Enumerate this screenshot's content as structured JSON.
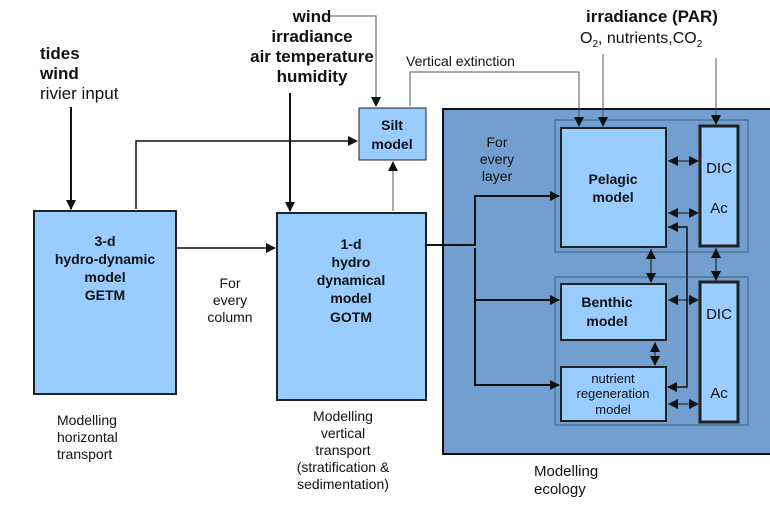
{
  "diagram": {
    "inputs": {
      "hydro": {
        "line1": "tides",
        "line2": "wind",
        "line3": "rivier input"
      },
      "gotm": {
        "line1": "wind",
        "line2": "irradiance",
        "line3": "air temperature",
        "line4": "humidity"
      },
      "ecology": {
        "line1": "irradiance (PAR)",
        "o2": "O",
        "o2_sub": "2",
        "o2_rest": ", nutrients,CO",
        "co2_sub": "2"
      }
    },
    "labels": {
      "vertical_extinction": "Vertical extinction",
      "for_every_column": [
        "For",
        "every",
        "column"
      ],
      "for_every_layer": [
        "For",
        "every",
        "layer"
      ]
    },
    "boxes": {
      "getm": [
        "3-d",
        "hydro-dynamic",
        "model",
        "GETM"
      ],
      "gotm": [
        "1-d",
        "hydro",
        "dynamical",
        "model",
        "GOTM"
      ],
      "silt": [
        "Silt",
        "model"
      ],
      "pelagic": [
        "Pelagic",
        "model"
      ],
      "benthic": [
        "Benthic",
        "model"
      ],
      "nutrient": [
        "nutrient",
        "regeneration",
        "model"
      ],
      "dic_top": {
        "line1": "DIC",
        "line2": "Ac"
      },
      "dic_bottom": {
        "line1": "DIC",
        "line2": "Ac"
      }
    },
    "captions": {
      "horizontal": [
        "Modelling",
        "horizontal",
        "transport"
      ],
      "vertical": [
        "Modelling",
        "vertical",
        "transport",
        "(stratification &",
        "sedimentation)"
      ],
      "ecology": [
        "Modelling",
        "ecology"
      ]
    },
    "colors": {
      "box_fill": "#99ccff",
      "ecology_fill": "#729fcf"
    }
  }
}
